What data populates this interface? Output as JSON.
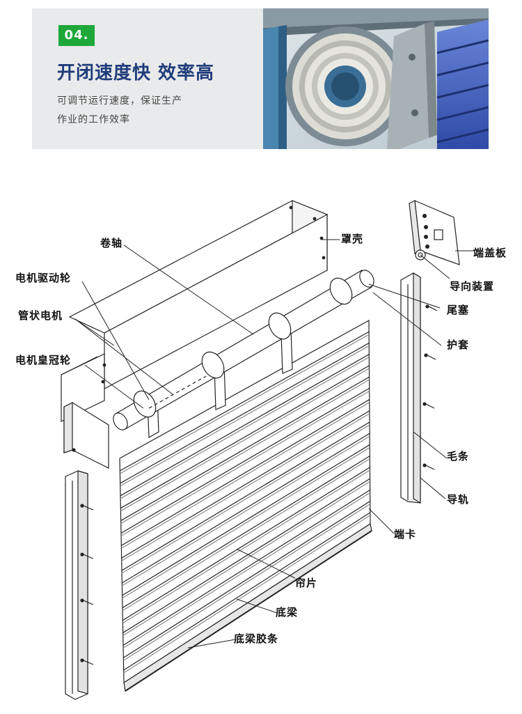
{
  "banner": {
    "badge": "04.",
    "headline": "开闭速度快  效率高",
    "desc_line1": "可调节运行速度，保证生产",
    "desc_line2": "作业的工作效率"
  },
  "labels": {
    "juanzhou": "卷轴",
    "dianji_qudonglun": "电机驱动轮",
    "guanzhuang_dianji": "管状电机",
    "dianji_huangguanlun": "电机皇冠轮",
    "zhaoke": "罩壳",
    "duangaiban": "端盖板",
    "daoxiang_zhuangzhi": "导向装置",
    "weisai": "尾塞",
    "hutao": "护套",
    "maotiao": "毛条",
    "daogui": "导轨",
    "duanka": "端卡",
    "lianpian": "帘片",
    "diliang": "底梁",
    "diliang_jiaotiao": "底梁胶条"
  },
  "colors": {
    "badge_green": "#1ea83a",
    "headline_blue": "#1f3d7a",
    "banner_bg": "#e9eaeb"
  }
}
